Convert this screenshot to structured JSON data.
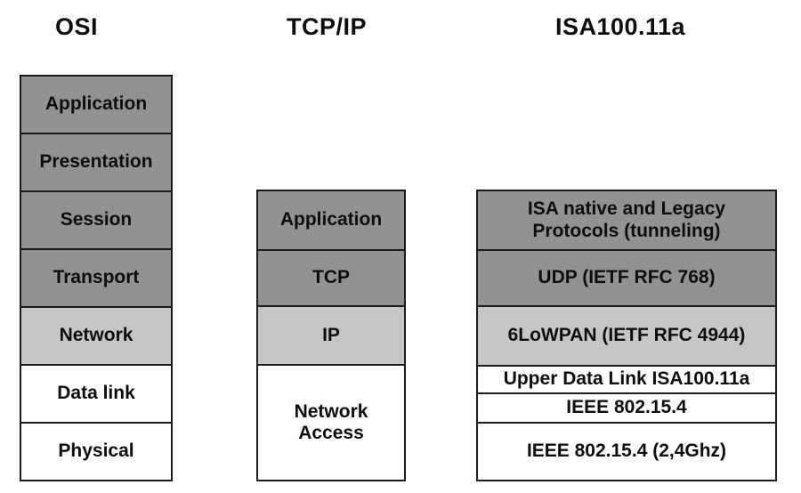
{
  "diagram": {
    "kind": "protocol-stack-comparison",
    "colors": {
      "dark_gray": "#929292",
      "light_gray": "#c6c6c6",
      "white": "#ffffff",
      "border": "#1b1b1b",
      "text": "#0d0d0d",
      "background": "#ffffff"
    },
    "columns": [
      {
        "title": "OSI",
        "layers": [
          {
            "label": "Application",
            "shade": "dark"
          },
          {
            "label": "Presentation",
            "shade": "dark"
          },
          {
            "label": "Session",
            "shade": "dark"
          },
          {
            "label": "Transport",
            "shade": "dark"
          },
          {
            "label": "Network",
            "shade": "light"
          },
          {
            "label": "Data link",
            "shade": "white"
          },
          {
            "label": "Physical",
            "shade": "white"
          }
        ]
      },
      {
        "title": "TCP/IP",
        "layers": [
          {
            "label": "Application",
            "shade": "dark"
          },
          {
            "label": "TCP",
            "shade": "dark"
          },
          {
            "label": "IP",
            "shade": "light"
          },
          {
            "label": "Network\nAccess",
            "shade": "white"
          }
        ]
      },
      {
        "title": "ISA100.11a",
        "layers": [
          {
            "label": "ISA native and Legacy\nProtocols (tunneling)",
            "shade": "dark"
          },
          {
            "label": "UDP (IETF RFC 768)",
            "shade": "dark"
          },
          {
            "label": "6LoWPAN (IETF RFC 4944)",
            "shade": "light"
          },
          {
            "label": "Upper Data Link ISA100.11a",
            "shade": "white"
          },
          {
            "label": "IEEE 802.15.4",
            "shade": "white"
          },
          {
            "label": "IEEE 802.15.4 (2,4Ghz)",
            "shade": "white"
          }
        ]
      }
    ]
  }
}
